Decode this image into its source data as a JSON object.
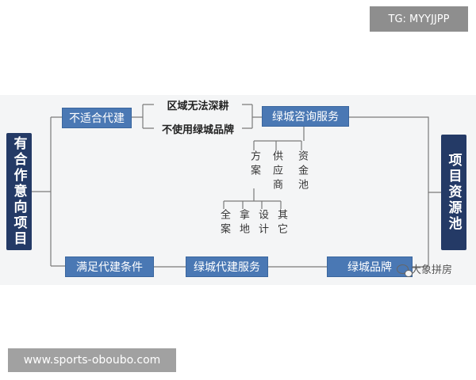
{
  "watermarks": {
    "top": "TG: MYYJJPP",
    "bottom": "www.sports-oboubo.com",
    "credit": "大象拼房"
  },
  "diagram": {
    "left_root": "有合作意向项目",
    "right_root": "项目资源池",
    "top_left": "不适合代建",
    "reason1": "区域无法深耕",
    "reason2": "不使用绿城品牌",
    "consult": "绿城咨询服务",
    "pool": [
      "方案",
      "供应商",
      "资金池"
    ],
    "leaves": [
      "全案",
      "拿地",
      "设计",
      "其它"
    ],
    "bottom_left": "满足代建条件",
    "bottom_mid": "绿城代建服务",
    "bottom_right": "绿城品牌"
  },
  "colors": {
    "box": "#4a78b4",
    "root": "#243a66",
    "line": "#7a7a7a"
  }
}
